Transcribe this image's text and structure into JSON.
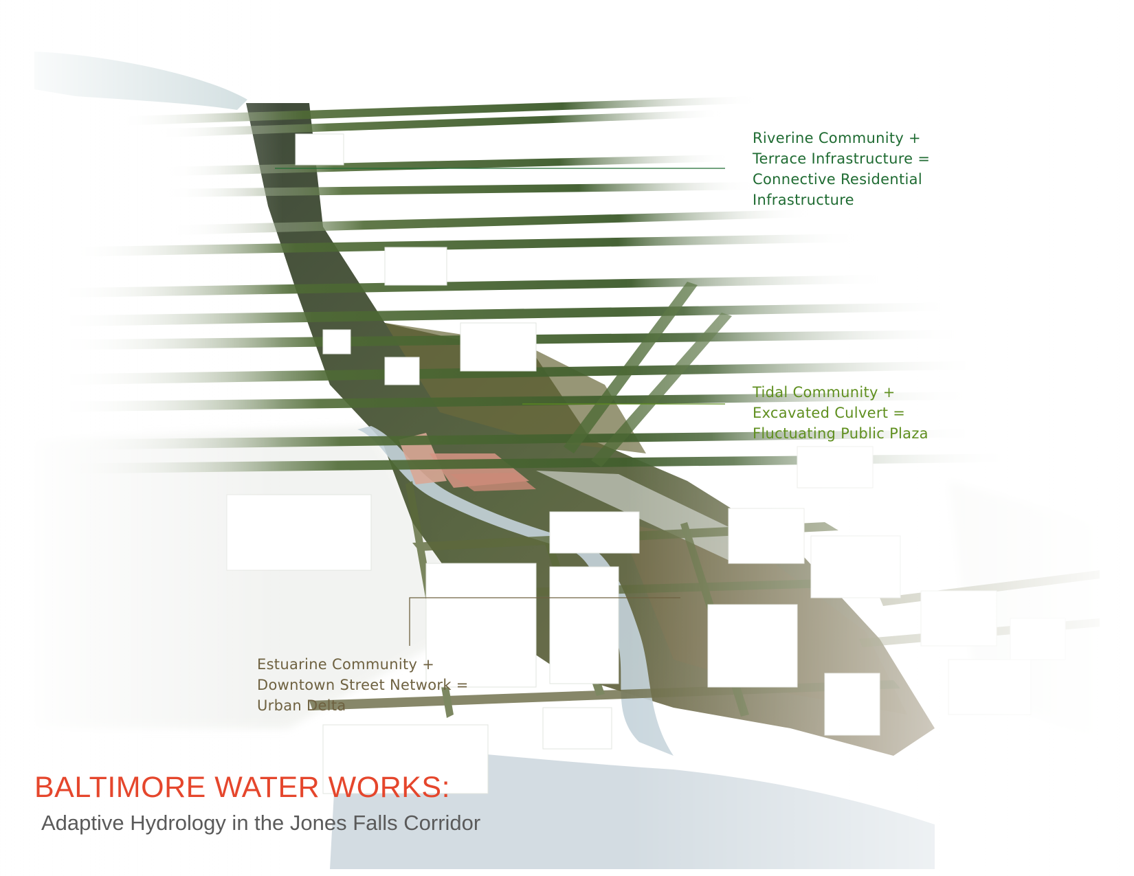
{
  "title": "BALTIMORE WATER WORKS:",
  "subtitle": "Adaptive Hydrology in the Jones Falls Corridor",
  "colors": {
    "title": "#e5462c",
    "subtitle": "#5a5a5a",
    "riverine": "#1f6b32",
    "tidal": "#5f8f1f",
    "estuarine": "#6e6140",
    "water": "#c9d7dc",
    "vegetation_dark": "#3d4a2e",
    "vegetation_mid": "#6d7a45",
    "vegetation_light": "#8e9a5a",
    "plaza": "#d89a8a",
    "block": "#ffffff"
  },
  "annotations": [
    {
      "id": "riverine",
      "lines": [
        "Riverine Community +",
        "Terrace Infrastructure =",
        "Connective Residential",
        "Infrastructure"
      ]
    },
    {
      "id": "tidal",
      "lines": [
        "Tidal Community +",
        "Excavated Culvert =",
        "Fluctuating Public Plaza"
      ]
    },
    {
      "id": "estuarine",
      "lines": [
        "Estuarine Community +",
        "Downtown Street Network =",
        "Urban Delta"
      ]
    }
  ]
}
